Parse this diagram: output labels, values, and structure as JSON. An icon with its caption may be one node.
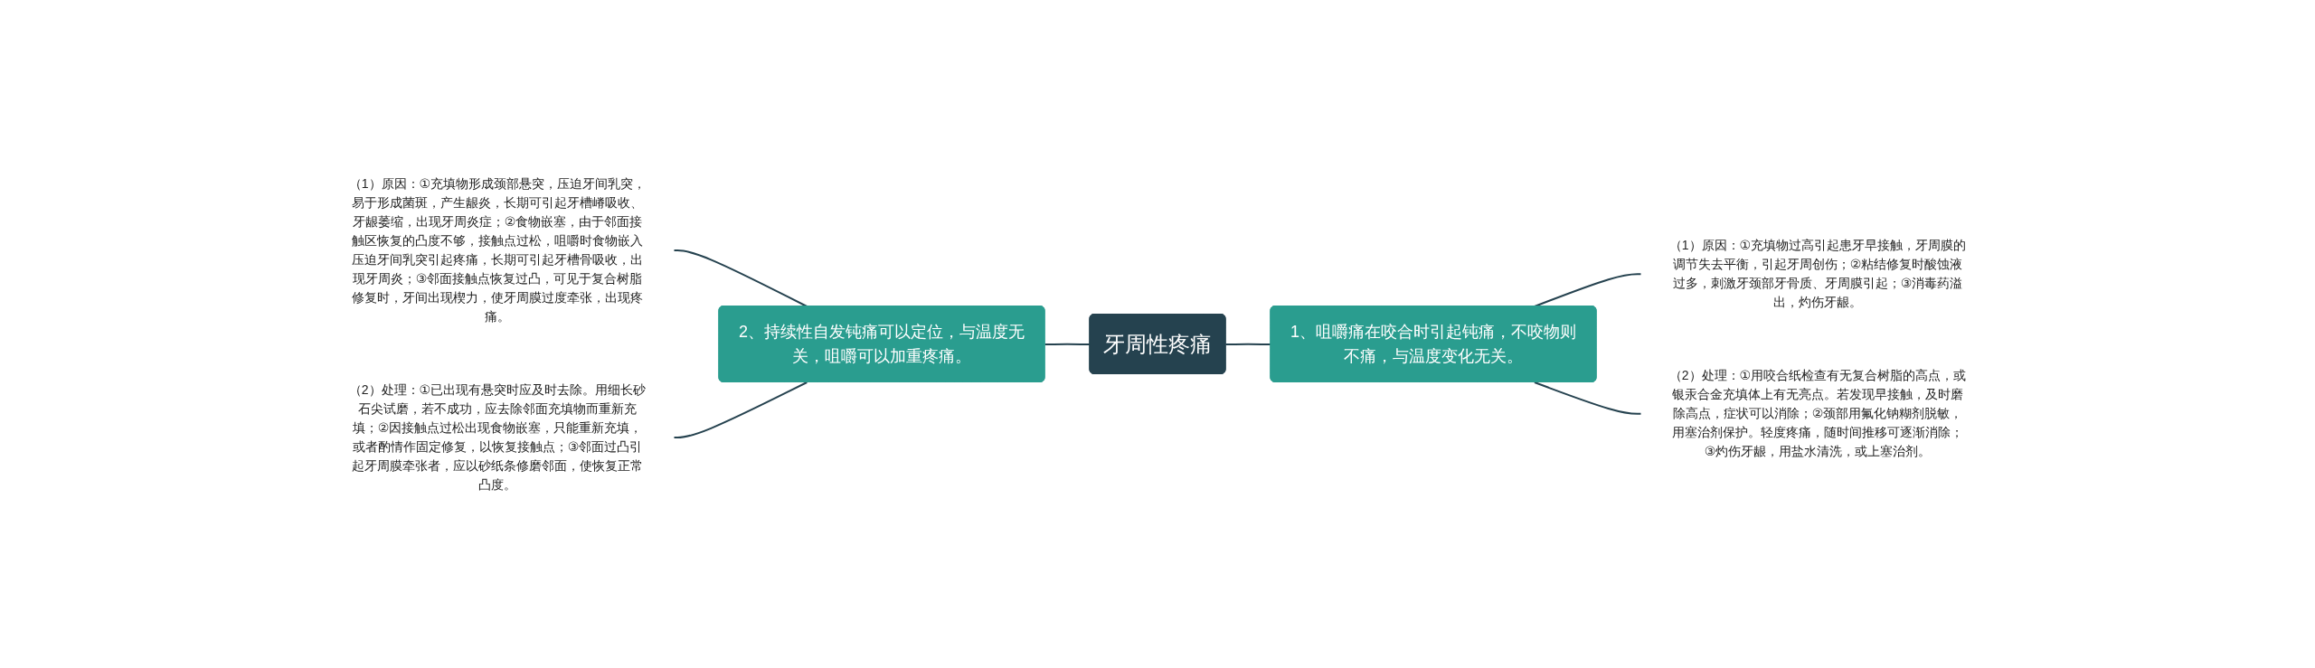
{
  "diagram": {
    "nodes": [
      {
        "text": [
          "牙周性疼痛"
        ]
      },
      {
        "text": [
          "1、咀嚼痛在咬合时引起钝痛，不咬物则不痛，与温度变化无关。"
        ]
      },
      {
        "text": [
          "2、持续性自发钝痛可以定位，与温度无关，咀嚼可以加重疼痛。"
        ]
      },
      {
        "text": [
          "（1）原因：①充填物过高引起患牙早接触，牙周膜的调节失去平衡，引起牙周创伤；②粘结修复时酸蚀液过多，刺激牙颈部牙骨质、牙周膜引起；③消毒药溢出，灼伤牙龈。"
        ]
      },
      {
        "text": [
          "（2）处理：①用咬合纸检查有无复合树脂的高点，或银汞合金充填体上有无亮点。若发现早接触，及时磨除高点，症状可以消除；②颈部用氟化钠糊剂脱敏，用塞治剂保护。轻度疼痛，随时间推移可逐渐消除；③灼伤牙龈，用盐水清洗，或上塞治剂。"
        ]
      },
      {
        "text": [
          "（1）原因：①充填物形成颈部悬突，压迫牙间乳突，易于形成菌斑，产生龈炎，长期可引起牙槽嵴吸收、牙龈萎缩，出现牙周炎症；②食物嵌塞，由于邻面接触区恢复的凸度不够，接触点过松，咀嚼时食物嵌入压迫牙间乳突引起疼痛，长期可引起牙槽骨吸收，出现牙周炎；③邻面接触点恢复过凸，可见于复合树脂修复时，牙间出现楔力，使牙周膜过度牵张，出现疼痛。"
        ]
      },
      {
        "text": [
          "（2）处理：①已出现有悬突时应及时去除。用细长砂石尖试磨，若不成功，应去除邻面充填物而重新充填；②因接触点过松出现食物嵌塞，只能重新充填，或者酌情作固定修复，以恢复接触点；③邻面过凸引起牙周膜牵张者，应以砂纸条修磨邻面，使恢复正常凸度。"
        ]
      }
    ],
    "edges": [
      {
        "from": 0,
        "to": 1,
        "arrow": "none"
      },
      {
        "from": 0,
        "to": 2,
        "arrow": "none"
      },
      {
        "from": 1,
        "to": 3,
        "arrow": "none"
      },
      {
        "from": 1,
        "to": 4,
        "arrow": "none"
      },
      {
        "from": 2,
        "to": 5,
        "arrow": "none"
      },
      {
        "from": 2,
        "to": 6,
        "arrow": "none"
      }
    ]
  }
}
